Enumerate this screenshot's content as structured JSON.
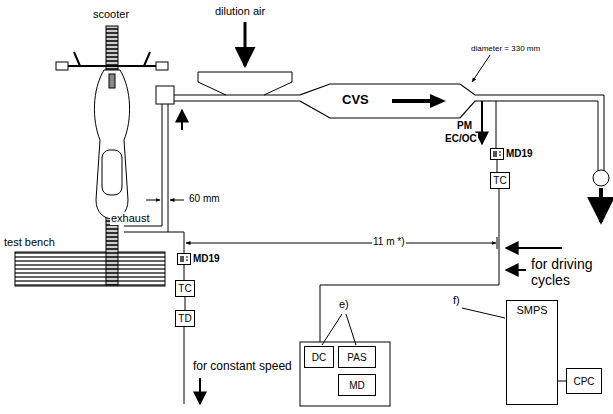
{
  "diagram": {
    "nodes": [
      {
        "text": [
          "CVS"
        ]
      },
      {
        "text": [
          "MD19"
        ]
      },
      {
        "text": [
          "TC"
        ]
      },
      {
        "text": [
          "MD19"
        ]
      },
      {
        "text": [
          "TC"
        ]
      },
      {
        "text": [
          "TD"
        ]
      },
      {
        "text": [
          "DC"
        ]
      },
      {
        "text": [
          "PAS"
        ]
      },
      {
        "text": [
          "MD"
        ]
      },
      {
        "text": [
          "SMPS"
        ]
      },
      {
        "text": [
          "CPC"
        ]
      }
    ],
    "edges": [
      {
        "from": 1,
        "to": 2,
        "arrow": "none"
      },
      {
        "from": 3,
        "to": 4,
        "arrow": "none"
      },
      {
        "from": 4,
        "to": 5,
        "arrow": "none"
      },
      {
        "from": 9,
        "to": 10,
        "arrow": "none"
      }
    ],
    "labels": [
      "dilution air",
      "scooter",
      "exhaust",
      "test bench",
      "60 mm",
      "diameter = 330 mm",
      "PM",
      "EC/OC",
      "11 m *)",
      "for driving cycles",
      "for constant speed",
      "e)",
      "f)"
    ]
  }
}
